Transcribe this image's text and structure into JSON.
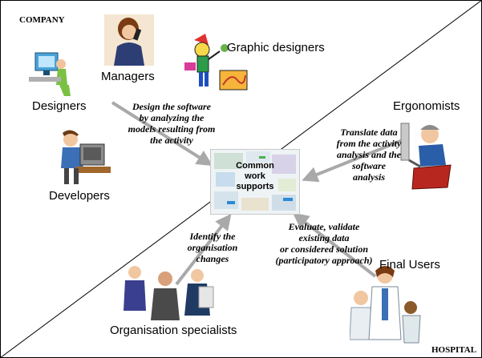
{
  "regions": {
    "company": "COMPANY",
    "hospital": "HOSPITAL"
  },
  "actors": {
    "managers": "Managers",
    "graphic_designers": "Graphic designers",
    "designers": "Designers",
    "developers": "Developers",
    "ergonomists": "Ergonomists",
    "final_users": "Final Users",
    "organisation_specialists": "Organisation specialists"
  },
  "annotations": {
    "design": [
      "Design the software",
      "by analyzing the",
      "models resulting from",
      "the activity"
    ],
    "translate": [
      "Translate data",
      "from the activity",
      "analysis and the",
      "software",
      "analysis"
    ],
    "identify": [
      "Identify the",
      "organisation",
      "changes"
    ],
    "evaluate": [
      "Evaluate, validate",
      "existing data",
      "or considered solution",
      "(participatory approach)"
    ]
  },
  "center": {
    "lines": [
      "Common",
      "work",
      "supports"
    ]
  },
  "icons": [
    "designer-at-computer-clipart",
    "manager-on-phone-clipart",
    "graphic-designer-clipart",
    "developer-at-computer-clipart",
    "ergonomist-clipart",
    "doctors-clipart",
    "business-people-clipart"
  ],
  "colors": {
    "arrow": "#a9a9a9",
    "divider": "#000000"
  }
}
